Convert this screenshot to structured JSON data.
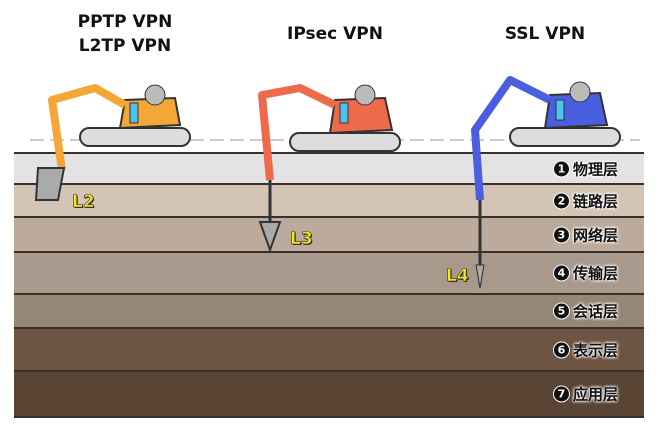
{
  "titles": {
    "left_line1": "PPTP VPN",
    "left_line2": "L2TP VPN",
    "middle": "IPsec VPN",
    "right": "SSL VPN"
  },
  "layers": [
    {
      "num": "1",
      "label": "物理层",
      "color": "#e3e3e3"
    },
    {
      "num": "2",
      "label": "链路层",
      "color": "#d3c4b6"
    },
    {
      "num": "3",
      "label": "网络层",
      "color": "#bcab9d"
    },
    {
      "num": "4",
      "label": "传输层",
      "color": "#a8998c"
    },
    {
      "num": "5",
      "label": "会话层",
      "color": "#968676"
    },
    {
      "num": "6",
      "label": "表示层",
      "color": "#6e5543"
    },
    {
      "num": "7",
      "label": "应用层",
      "color": "#5a4433"
    }
  ],
  "depth_tags": {
    "left": "L2",
    "middle": "L3",
    "right": "L4"
  },
  "excavator_colors": {
    "left": "#f4a636",
    "middle": "#ee6a4a",
    "right": "#4a5ee0"
  }
}
